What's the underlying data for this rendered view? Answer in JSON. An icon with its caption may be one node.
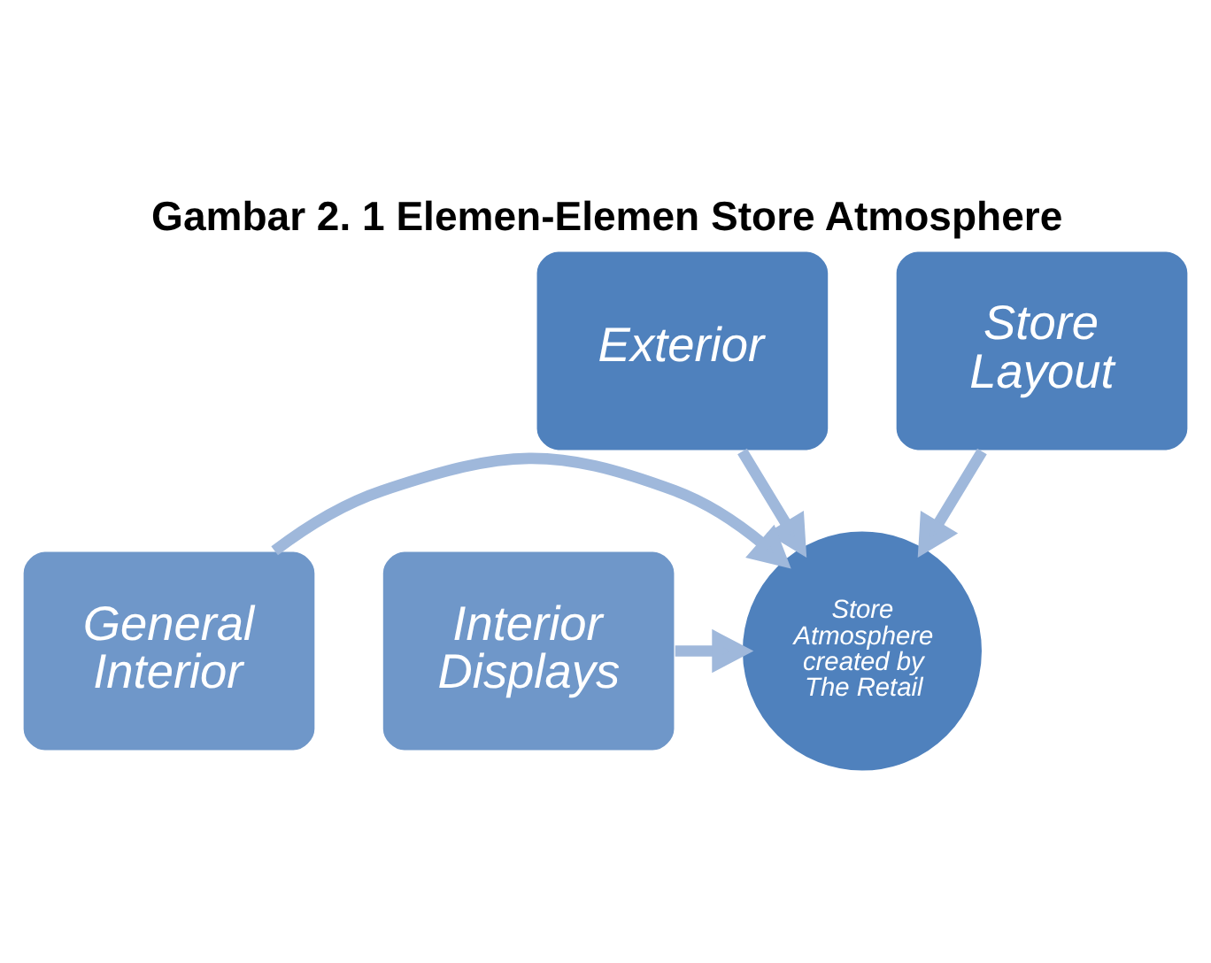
{
  "diagram": {
    "title": "Gambar 2. 1 Elemen-Elemen Store Atmosphere",
    "nodes": [
      {
        "text": [
          "Exterior"
        ]
      },
      {
        "text": [
          "Store Layout"
        ]
      },
      {
        "text": [
          "General Interior"
        ]
      },
      {
        "text": [
          "Interior Displays"
        ]
      },
      {
        "text": [
          "Store Atmosphere created by The Retail"
        ]
      }
    ],
    "edges": [
      {
        "from": 0,
        "to": 4,
        "arrow": "to"
      },
      {
        "from": 1,
        "to": 4,
        "arrow": "to"
      },
      {
        "from": 2,
        "to": 4,
        "arrow": "to"
      },
      {
        "from": 3,
        "to": 4,
        "arrow": "to"
      }
    ]
  }
}
